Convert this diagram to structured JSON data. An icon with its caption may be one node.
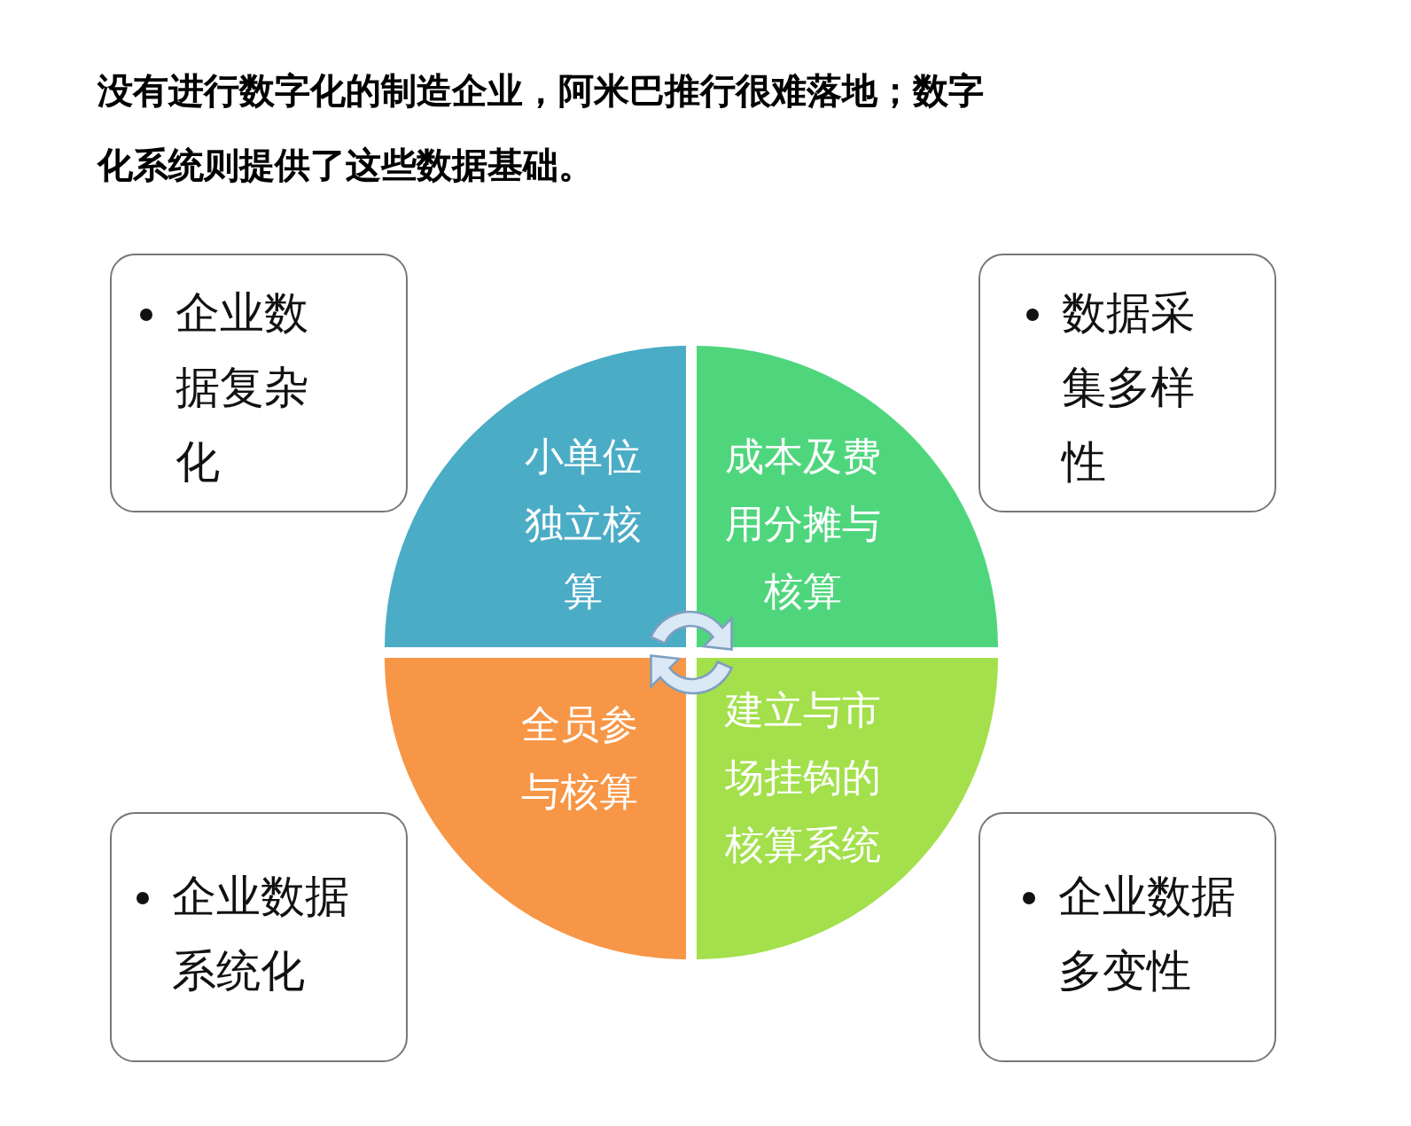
{
  "diagram": {
    "title": "没有进行数字化的制造企业，阿米巴推行很难落地；数字化系统则提供了这些数据基础。",
    "nodes": [
      {
        "text": [
          "企业数据复杂化"
        ]
      },
      {
        "text": [
          "数据采集多样性"
        ]
      },
      {
        "text": [
          "小单位独立核算"
        ]
      },
      {
        "text": [
          "成本及费用分摊与核算"
        ]
      },
      {
        "text": [
          "全员参与核算"
        ]
      },
      {
        "text": [
          "建立与市场挂钩的核算系统"
        ]
      },
      {
        "text": [
          "企业数据系统化"
        ]
      },
      {
        "text": [
          "企业数据多变性"
        ]
      }
    ]
  }
}
